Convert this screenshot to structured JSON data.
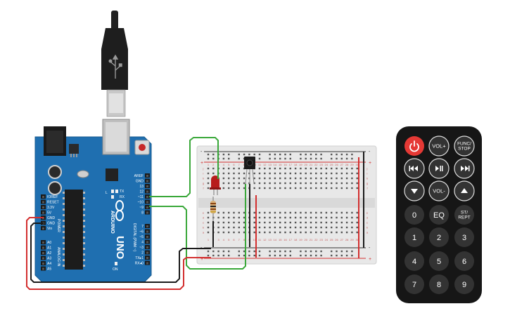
{
  "arduino": {
    "brand": "ARDUINO",
    "model": "UNO",
    "power_title": "POWER",
    "analog_title": "ANALOG IN",
    "digital_title": "DIGITAL (PWM ~)",
    "on_label": "ON",
    "tx_label": "TX",
    "rx_label": "RX",
    "l_label": "L",
    "power_pins": [
      "IOREF",
      "RESET",
      "3.3V",
      "5V",
      "GND",
      "GND",
      "Vin"
    ],
    "analog_pins": [
      "A0",
      "A1",
      "A2",
      "A3",
      "A4",
      "A5"
    ],
    "digital_top": [
      "AREF",
      "GND",
      "13",
      "12",
      "~11",
      "~10",
      "~9",
      "8"
    ],
    "digital_bottom": [
      "7",
      "~6",
      "~5",
      "4",
      "~3",
      "2",
      "TX▸1",
      "RX◂0"
    ]
  },
  "breadboard": {
    "row_letters_top": [
      "j",
      "i",
      "h",
      "g",
      "f"
    ],
    "row_letters_bottom": [
      "e",
      "d",
      "c",
      "b",
      "a"
    ],
    "column_numbers": [
      "1",
      "2",
      "3",
      "4",
      "5",
      "6",
      "7",
      "8",
      "9",
      "10",
      "11",
      "12",
      "13",
      "14",
      "15",
      "16",
      "17",
      "18",
      "19",
      "20",
      "21",
      "22",
      "23",
      "24",
      "25",
      "26",
      "27",
      "28",
      "29",
      "30"
    ],
    "rail_plus": "+",
    "rail_minus": "-"
  },
  "remote": {
    "buttons": [
      {
        "id": "power",
        "label": "",
        "icon": "power-icon"
      },
      {
        "id": "vol-up",
        "label": "VOL+"
      },
      {
        "id": "func-stop",
        "label": "FUNC/\nSTOP"
      },
      {
        "id": "prev",
        "label": "",
        "icon": "skip-back-icon"
      },
      {
        "id": "play-pause",
        "label": "",
        "icon": "play-pause-icon"
      },
      {
        "id": "next",
        "label": "",
        "icon": "skip-forward-icon"
      },
      {
        "id": "down",
        "label": "",
        "icon": "triangle-down-icon"
      },
      {
        "id": "vol-down",
        "label": "VOL-"
      },
      {
        "id": "up",
        "label": "",
        "icon": "triangle-up-icon"
      },
      {
        "id": "0",
        "label": "0"
      },
      {
        "id": "eq",
        "label": "EQ"
      },
      {
        "id": "st-rept",
        "label": "ST/\nREPT"
      },
      {
        "id": "1",
        "label": "1"
      },
      {
        "id": "2",
        "label": "2"
      },
      {
        "id": "3",
        "label": "3"
      },
      {
        "id": "4",
        "label": "4"
      },
      {
        "id": "5",
        "label": "5"
      },
      {
        "id": "6",
        "label": "6"
      },
      {
        "id": "7",
        "label": "7"
      },
      {
        "id": "8",
        "label": "8"
      },
      {
        "id": "9",
        "label": "9"
      }
    ]
  },
  "colors": {
    "board": "#1f6fb0",
    "wire_red": "#d32f2f",
    "wire_green": "#3aa83a",
    "wire_black": "#1a1a1a",
    "remote_body": "#161616",
    "remote_button": "#333333",
    "power_button": "#e53935"
  }
}
